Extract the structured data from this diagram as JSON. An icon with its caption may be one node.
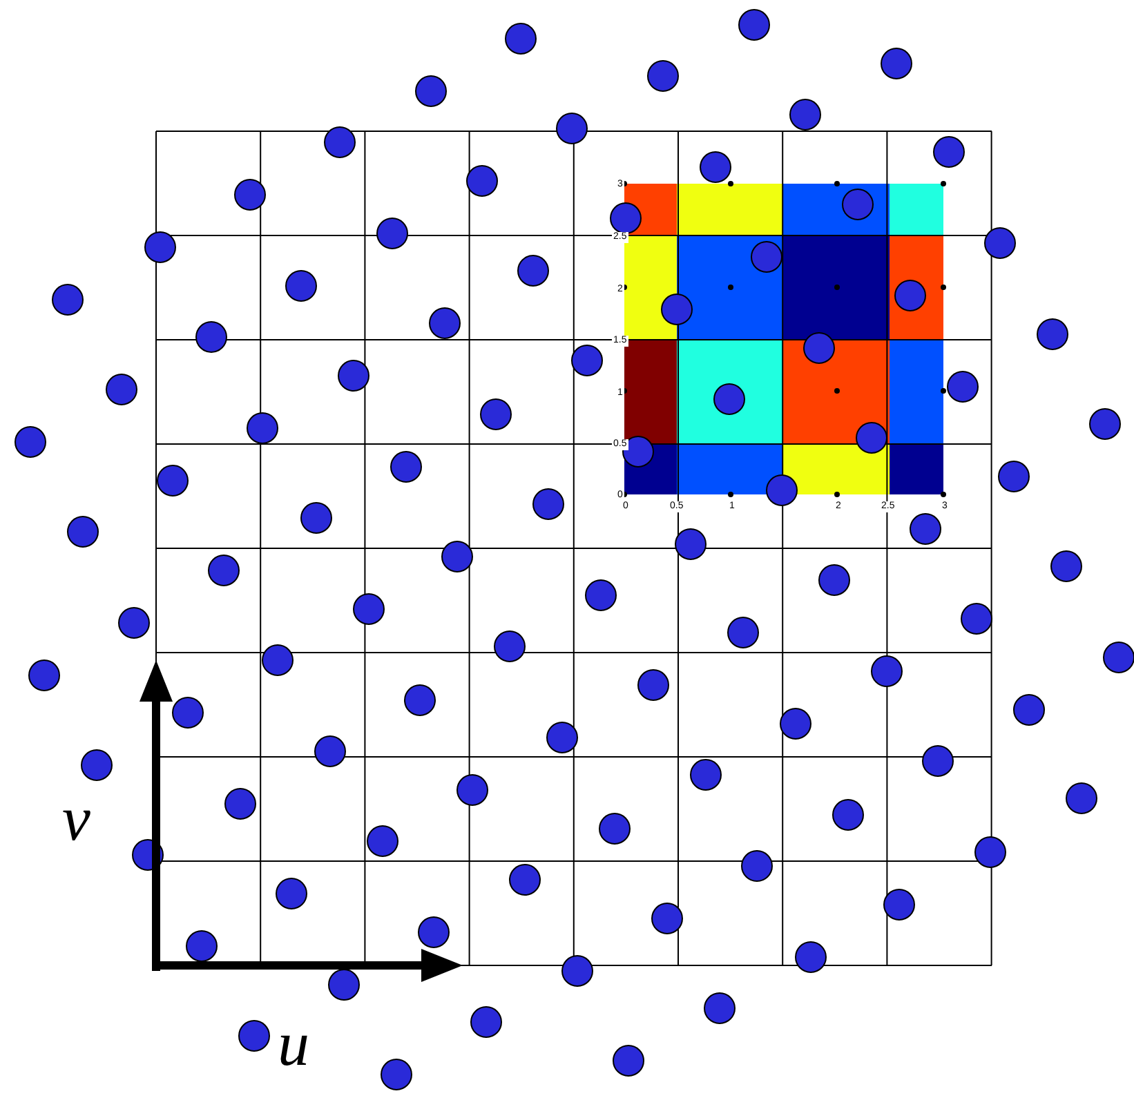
{
  "diagram": {
    "labels": [
      "3",
      "2.5",
      "2",
      "1.5",
      "1",
      "0.5",
      "0",
      "0",
      "0.5",
      "1",
      "2",
      "2.5",
      "3",
      "v",
      "u"
    ]
  }
}
